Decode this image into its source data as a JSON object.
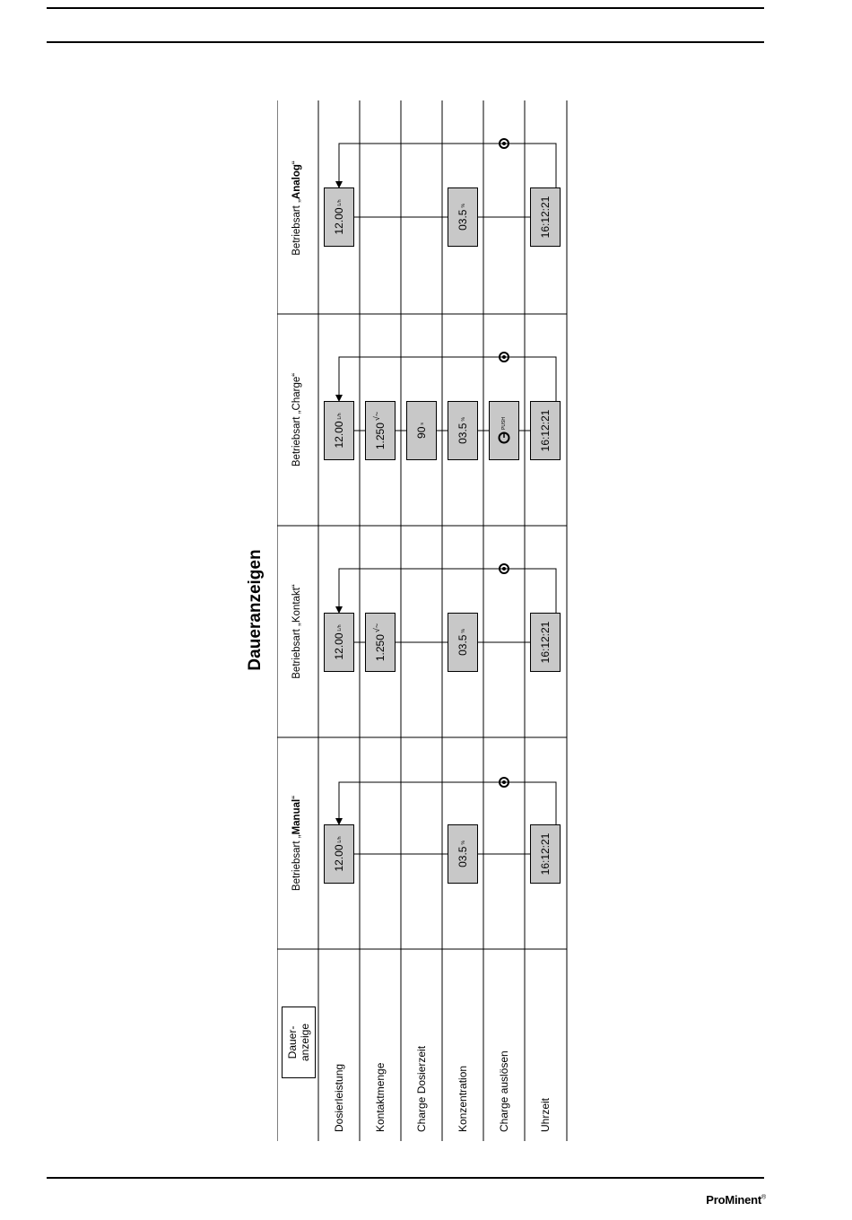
{
  "page_title": "Daueranzeigen",
  "dauer_label": {
    "line1": "Dauer-",
    "line2": "anzeige"
  },
  "rows": [
    "Dosierleistung",
    "Kontaktmenge",
    "Charge Dosierzeit",
    "Konzentration",
    "Charge auslösen",
    "Uhrzeit"
  ],
  "modes": [
    {
      "prefix": "Betriebsart „",
      "name": "Manual",
      "suffix": "“",
      "bold": true
    },
    {
      "prefix": "Betriebsart „",
      "name": "Kontakt",
      "suffix": "“",
      "bold": false
    },
    {
      "prefix": "Betriebsart „",
      "name": "Charge",
      "suffix": "“",
      "bold": false
    },
    {
      "prefix": "Betriebsart „",
      "name": "Analog",
      "suffix": "“",
      "bold": true
    }
  ],
  "displays": {
    "dosier": {
      "value": "12.00",
      "unit": "L/h"
    },
    "kontakt": {
      "value": "1.250",
      "unit": "√~"
    },
    "charge_zeit": {
      "value": "90",
      "unit": "s"
    },
    "konz": {
      "value": "03.5",
      "unit": "%"
    },
    "push": {
      "value": "PUSH"
    },
    "uhrzeit": {
      "value": "16:12:21"
    }
  },
  "brand": {
    "name_a": "Pro",
    "name_b": "Minent",
    "mark": "®"
  }
}
